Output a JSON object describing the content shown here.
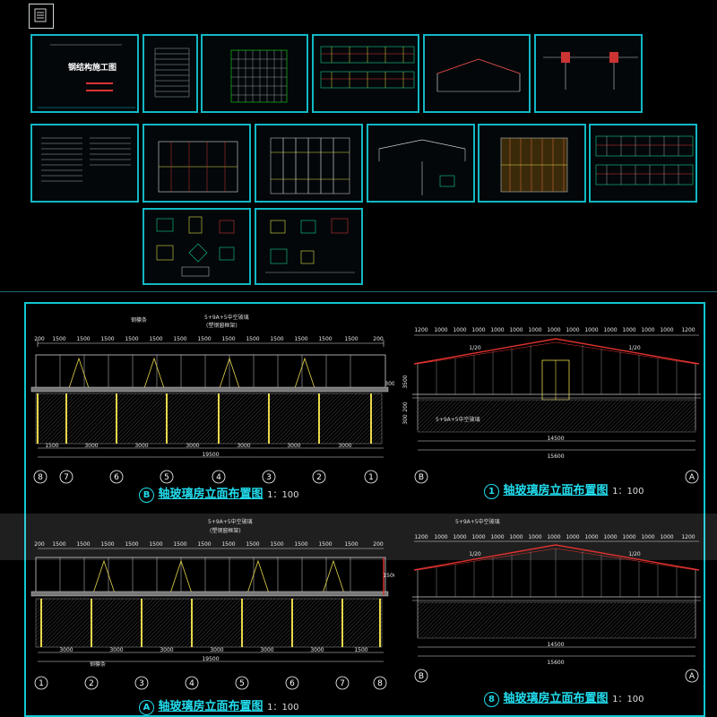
{
  "thumbnails": [
    {
      "name": "cover-sheet",
      "title": "钢结构施工图"
    },
    {
      "name": "drawing-index"
    },
    {
      "name": "column-layout-plan"
    },
    {
      "name": "elevation-set"
    },
    {
      "name": "truss-section"
    },
    {
      "name": "node-details-1"
    },
    {
      "name": "design-notes"
    },
    {
      "name": "roof-plan"
    },
    {
      "name": "purlin-plan"
    },
    {
      "name": "frame-details"
    },
    {
      "name": "roof-bracing-plan"
    },
    {
      "name": "wall-elevations"
    },
    {
      "name": "connection-details-1"
    },
    {
      "name": "connection-details-2"
    }
  ],
  "drawings": {
    "b_axis": {
      "caption_mark": "B",
      "caption_text": "轴玻璃房立面布置图",
      "scale": "1：100",
      "note_glass": "5+9A+5中空玻璃",
      "note_frame": "(塑钢窗框架)",
      "note_left": "钢檩条",
      "top_dims": [
        "200",
        "1500",
        "1500",
        "1500",
        "1500",
        "1500",
        "1500",
        "1500",
        "1500",
        "1500",
        "1500",
        "1500",
        "1500",
        "1500",
        "200"
      ],
      "bottom_dims": [
        "1500",
        "3000",
        "3000",
        "3000",
        "3000",
        "3000",
        "3000"
      ],
      "total": "19500",
      "axes": [
        "8",
        "7",
        "6",
        "5",
        "4",
        "3",
        "2",
        "1"
      ],
      "side_mark": "300"
    },
    "axis_1": {
      "caption_mark": "1",
      "caption_text": "轴玻璃房立面布置图",
      "scale": "1：100",
      "top_dims": [
        "1200",
        "1000",
        "1000",
        "1000",
        "1000",
        "1000",
        "1000",
        "1000",
        "1000",
        "1000",
        "1000",
        "1000",
        "1000",
        "1000",
        "1200"
      ],
      "slope": "1/20",
      "note": "5+9A+5中空玻璃",
      "total_inner": "14500",
      "total": "15600",
      "axes": [
        "B",
        "A"
      ],
      "height_dims": [
        "3500",
        "200",
        "300"
      ]
    },
    "a_axis": {
      "caption_mark": "A",
      "caption_text": "轴玻璃房立面布置图",
      "scale": "1：100",
      "note_glass": "5+9A+5中空玻璃",
      "note_frame": "(塑钢窗框架)",
      "note_left": "钢檩条",
      "top_dims": [
        "200",
        "1500",
        "1500",
        "1500",
        "1500",
        "1500",
        "1500",
        "1500",
        "1500",
        "1500",
        "1500",
        "1500",
        "1500",
        "1500",
        "200"
      ],
      "bottom_dims": [
        "3000",
        "3000",
        "3000",
        "3000",
        "3000",
        "3000",
        "1500"
      ],
      "total": "19500",
      "axes": [
        "1",
        "2",
        "3",
        "4",
        "5",
        "6",
        "7",
        "8"
      ],
      "side_mark": "1500"
    },
    "axis_8": {
      "caption_mark": "8",
      "caption_text": "轴玻璃房立面布置图",
      "scale": "1：100",
      "top_dims": [
        "1200",
        "1000",
        "1000",
        "1000",
        "1000",
        "1000",
        "1000",
        "1000",
        "1000",
        "1000",
        "1000",
        "1000",
        "1000",
        "1000",
        "1200"
      ],
      "slope": "1/20",
      "note": "5+9A+5中空玻璃",
      "total_inner": "14500",
      "total": "15600",
      "axes": [
        "B",
        "A"
      ]
    }
  },
  "colors": {
    "frame": "#12c6d2",
    "caption": "#22ddee",
    "column": "#e8d84a",
    "roof_red": "#e0322e",
    "diag": "#e8d84a"
  }
}
